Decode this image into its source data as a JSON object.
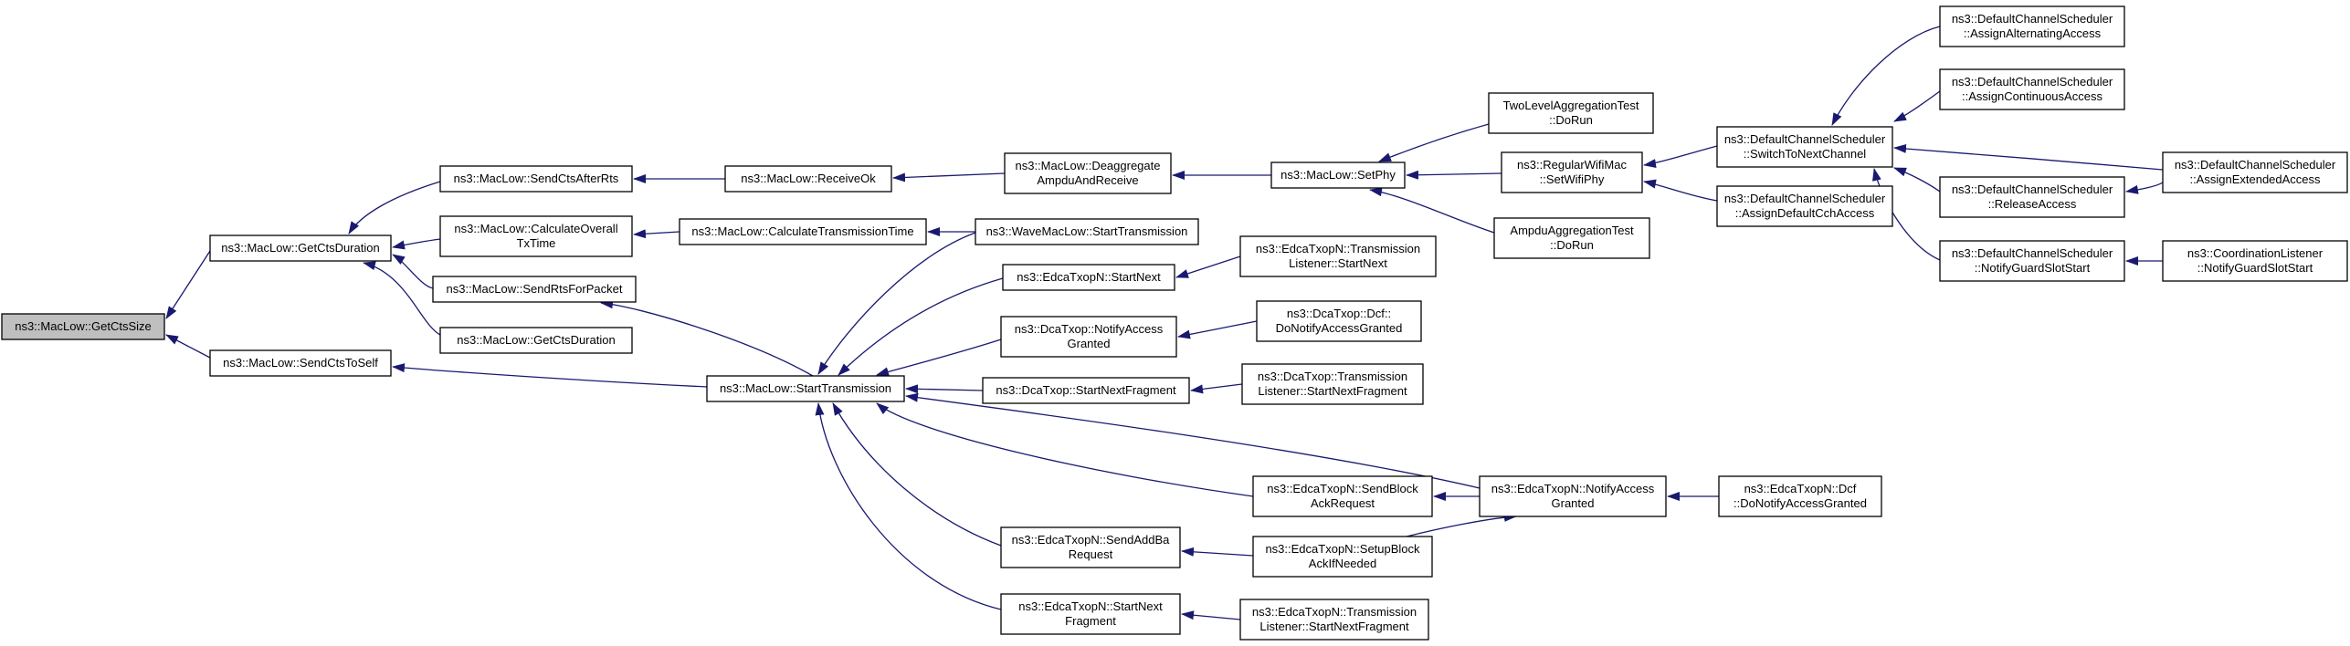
{
  "colors": {
    "edge": "#191970",
    "node_fill": "#ffffff",
    "root_fill": "#bfbfbf",
    "border": "#000000"
  },
  "nodes": [
    {
      "id": "root",
      "lines": [
        "ns3::MacLow::GetCtsSize"
      ],
      "root": true
    },
    {
      "id": "getCtsDuration1",
      "lines": [
        "ns3::MacLow::GetCtsDuration"
      ]
    },
    {
      "id": "sendCtsToSelf",
      "lines": [
        "ns3::MacLow::SendCtsToSelf"
      ]
    },
    {
      "id": "sendCtsAfterRts",
      "lines": [
        "ns3::MacLow::SendCtsAfterRts"
      ]
    },
    {
      "id": "calcOverallTx",
      "lines": [
        "ns3::MacLow::CalculateOverall",
        "TxTime"
      ]
    },
    {
      "id": "sendRtsForPacket",
      "lines": [
        "ns3::MacLow::SendRtsForPacket"
      ]
    },
    {
      "id": "getCtsDuration2",
      "lines": [
        "ns3::MacLow::GetCtsDuration"
      ]
    },
    {
      "id": "receiveOk",
      "lines": [
        "ns3::MacLow::ReceiveOk"
      ]
    },
    {
      "id": "calcTxTime",
      "lines": [
        "ns3::MacLow::CalculateTransmissionTime"
      ]
    },
    {
      "id": "startTx",
      "lines": [
        "ns3::MacLow::StartTransmission"
      ]
    },
    {
      "id": "deaggregate",
      "lines": [
        "ns3::MacLow::Deaggregate",
        "AmpduAndReceive"
      ]
    },
    {
      "id": "waveStartTx",
      "lines": [
        "ns3::WaveMacLow::StartTransmission"
      ]
    },
    {
      "id": "edcaStartNext",
      "lines": [
        "ns3::EdcaTxopN::StartNext"
      ]
    },
    {
      "id": "dcaNotify",
      "lines": [
        "ns3::DcaTxop::NotifyAccess",
        "Granted"
      ]
    },
    {
      "id": "dcaStartNextFrag",
      "lines": [
        "ns3::DcaTxop::StartNextFragment"
      ]
    },
    {
      "id": "edcaSendBlockAck",
      "lines": [
        "ns3::EdcaTxopN::SendBlock",
        "AckRequest"
      ]
    },
    {
      "id": "edcaSendAddBa",
      "lines": [
        "ns3::EdcaTxopN::SendAddBa",
        "Request"
      ]
    },
    {
      "id": "edcaStartNextFrag",
      "lines": [
        "ns3::EdcaTxopN::StartNext",
        "Fragment"
      ]
    },
    {
      "id": "setPhy",
      "lines": [
        "ns3::MacLow::SetPhy"
      ]
    },
    {
      "id": "edcaTxListenerStartNext",
      "lines": [
        "ns3::EdcaTxopN::Transmission",
        "Listener::StartNext"
      ]
    },
    {
      "id": "dcfNotify",
      "lines": [
        "ns3::DcaTxop::Dcf::",
        "DoNotifyAccessGranted"
      ]
    },
    {
      "id": "dcaTxListenerFrag",
      "lines": [
        "ns3::DcaTxop::Transmission",
        "Listener::StartNextFragment"
      ]
    },
    {
      "id": "edcaSetupBlockAck",
      "lines": [
        "ns3::EdcaTxopN::SetupBlock",
        "AckIfNeeded"
      ]
    },
    {
      "id": "edcaTxListenerFrag",
      "lines": [
        "ns3::EdcaTxopN::Transmission",
        "Listener::StartNextFragment"
      ]
    },
    {
      "id": "twoLevel",
      "lines": [
        "TwoLevelAggregationTest",
        "::DoRun"
      ]
    },
    {
      "id": "regularWifiMac",
      "lines": [
        "ns3::RegularWifiMac",
        "::SetWifiPhy"
      ]
    },
    {
      "id": "ampduTest",
      "lines": [
        "AmpduAggregationTest",
        "::DoRun"
      ]
    },
    {
      "id": "edcaNotify",
      "lines": [
        "ns3::EdcaTxopN::NotifyAccess",
        "Granted"
      ]
    },
    {
      "id": "switchToNext",
      "lines": [
        "ns3::DefaultChannelScheduler",
        "::SwitchToNextChannel"
      ]
    },
    {
      "id": "assignDefaultCch",
      "lines": [
        "ns3::DefaultChannelScheduler",
        "::AssignDefaultCchAccess"
      ]
    },
    {
      "id": "edcaDcfNotify",
      "lines": [
        "ns3::EdcaTxopN::Dcf",
        "::DoNotifyAccessGranted"
      ]
    },
    {
      "id": "assignAlternating",
      "lines": [
        "ns3::DefaultChannelScheduler",
        "::AssignAlternatingAccess"
      ]
    },
    {
      "id": "assignContinuous",
      "lines": [
        "ns3::DefaultChannelScheduler",
        "::AssignContinuousAccess"
      ]
    },
    {
      "id": "releaseAccess",
      "lines": [
        "ns3::DefaultChannelScheduler",
        "::ReleaseAccess"
      ]
    },
    {
      "id": "notifyGuard",
      "lines": [
        "ns3::DefaultChannelScheduler",
        "::NotifyGuardSlotStart"
      ]
    },
    {
      "id": "assignExtended",
      "lines": [
        "ns3::DefaultChannelScheduler",
        "::AssignExtendedAccess"
      ]
    },
    {
      "id": "coordListener",
      "lines": [
        "ns3::CoordinationListener",
        "::NotifyGuardSlotStart"
      ]
    }
  ],
  "edges": [
    {
      "from": "getCtsDuration1",
      "to": "root"
    },
    {
      "from": "sendCtsToSelf",
      "to": "root"
    },
    {
      "from": "sendCtsAfterRts",
      "to": "getCtsDuration1"
    },
    {
      "from": "calcOverallTx",
      "to": "getCtsDuration1"
    },
    {
      "from": "sendRtsForPacket",
      "to": "getCtsDuration1"
    },
    {
      "from": "getCtsDuration2",
      "to": "getCtsDuration1"
    },
    {
      "from": "startTx",
      "to": "sendCtsToSelf"
    },
    {
      "from": "receiveOk",
      "to": "sendCtsAfterRts"
    },
    {
      "from": "calcTxTime",
      "to": "calcOverallTx"
    },
    {
      "from": "startTx",
      "to": "sendRtsForPacket"
    },
    {
      "from": "deaggregate",
      "to": "receiveOk"
    },
    {
      "from": "waveStartTx",
      "to": "calcTxTime"
    },
    {
      "from": "setPhy",
      "to": "deaggregate"
    },
    {
      "from": "twoLevel",
      "to": "setPhy"
    },
    {
      "from": "regularWifiMac",
      "to": "setPhy"
    },
    {
      "from": "ampduTest",
      "to": "setPhy"
    },
    {
      "from": "switchToNext",
      "to": "regularWifiMac"
    },
    {
      "from": "assignDefaultCch",
      "to": "regularWifiMac"
    },
    {
      "from": "assignAlternating",
      "to": "switchToNext"
    },
    {
      "from": "assignContinuous",
      "to": "switchToNext"
    },
    {
      "from": "assignExtended",
      "to": "switchToNext"
    },
    {
      "from": "releaseAccess",
      "to": "switchToNext"
    },
    {
      "from": "notifyGuard",
      "to": "switchToNext"
    },
    {
      "from": "assignExtended",
      "to": "releaseAccess"
    },
    {
      "from": "coordListener",
      "to": "notifyGuard"
    },
    {
      "from": "waveStartTx",
      "to": "startTx"
    },
    {
      "from": "edcaStartNext",
      "to": "startTx"
    },
    {
      "from": "dcaNotify",
      "to": "startTx"
    },
    {
      "from": "dcaStartNextFrag",
      "to": "startTx"
    },
    {
      "from": "edcaNotify",
      "to": "startTx"
    },
    {
      "from": "edcaSendBlockAck",
      "to": "startTx"
    },
    {
      "from": "edcaSendAddBa",
      "to": "startTx"
    },
    {
      "from": "edcaStartNextFrag",
      "to": "startTx"
    },
    {
      "from": "edcaTxListenerStartNext",
      "to": "edcaStartNext"
    },
    {
      "from": "dcfNotify",
      "to": "dcaNotify"
    },
    {
      "from": "dcaTxListenerFrag",
      "to": "dcaStartNextFrag"
    },
    {
      "from": "edcaNotify",
      "to": "edcaSendBlockAck"
    },
    {
      "from": "edcaSetupBlockAck",
      "to": "edcaSendAddBa"
    },
    {
      "from": "edcaSetupBlockAck",
      "to": "edcaNotify"
    },
    {
      "from": "edcaTxListenerFrag",
      "to": "edcaStartNextFrag"
    },
    {
      "from": "edcaDcfNotify",
      "to": "edcaNotify"
    }
  ]
}
